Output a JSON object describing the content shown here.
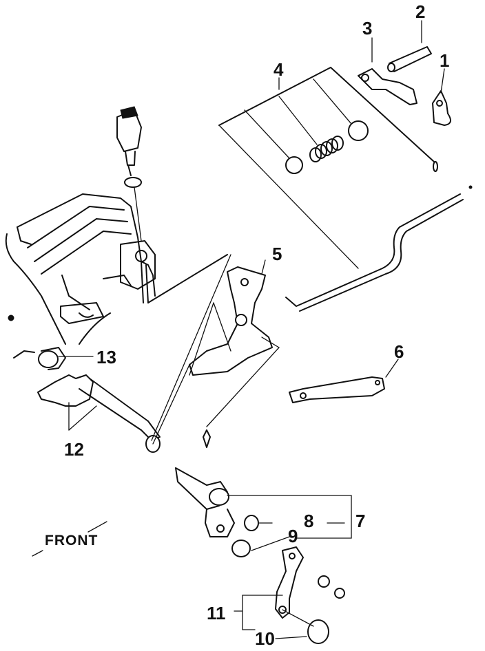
{
  "labels": {
    "p1": "1",
    "p2": "2",
    "p3": "3",
    "p4": "4",
    "p5": "5",
    "p6": "6",
    "p7": "7",
    "p8": "8",
    "p9": "9",
    "p10": "10",
    "p11": "11",
    "p12": "12",
    "p13": "13"
  },
  "front_label": "FRONT",
  "colors": {
    "ink": "#111111",
    "paper": "#ffffff"
  }
}
